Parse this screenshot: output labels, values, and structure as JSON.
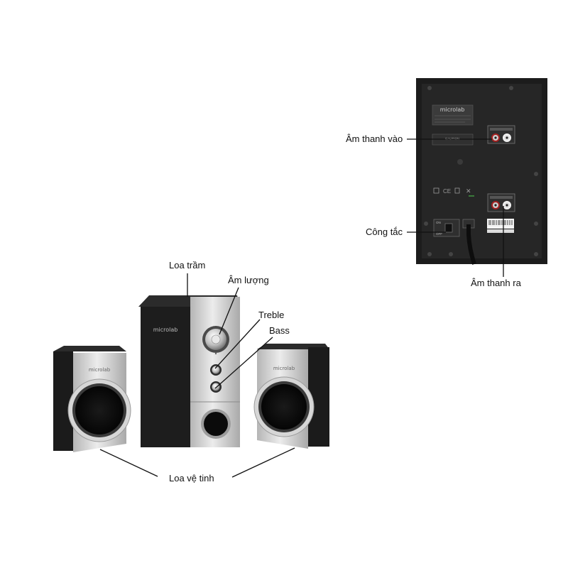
{
  "labels": {
    "audio_in": "Âm thanh vào",
    "power_switch": "Công tắc",
    "audio_out": "Âm thanh ra",
    "subwoofer": "Loa trầm",
    "volume": "Âm lượng",
    "treble": "Treble",
    "bass": "Bass",
    "satellites": "Loa vệ tinh"
  },
  "brand": {
    "logo": "microlab",
    "back_panel_text": "MULTIMEDIA SPEAKER",
    "caution": "CAUTION",
    "switch_on": "ON",
    "switch_off": "OFF",
    "barcode": "SN: 000000000"
  },
  "colors": {
    "cabinet": "#1f1f1f",
    "silver": "#c9c9c9",
    "silver_light": "#e6e6e6",
    "line": "#111111"
  }
}
